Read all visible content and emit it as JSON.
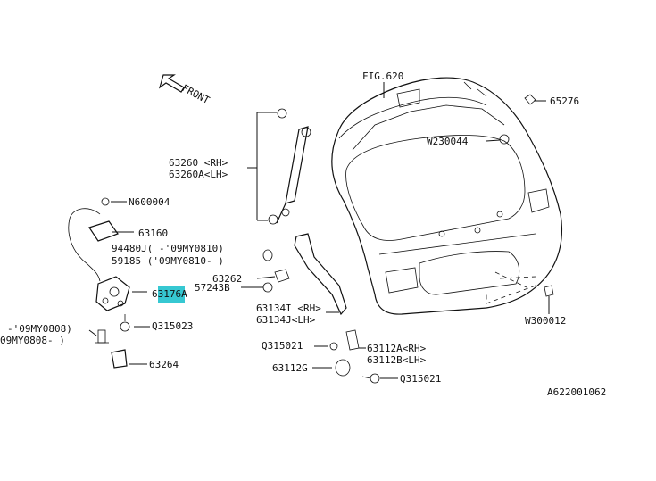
{
  "colors": {
    "highlight": "#36c8d2",
    "ink": "#111111"
  },
  "front_label": "FRONT",
  "diagram_id": "A622001062",
  "labels": {
    "fig620": "FIG.620",
    "p65276": "65276",
    "w230044": "W230044",
    "p63260rh": "63260 <RH>",
    "p63260alh": "63260A<LH>",
    "n600004": "N600004",
    "p63160": "63160",
    "p94480j": "94480J( -'09MY0810)",
    "p59185": "59185 ('09MY0810- )",
    "p63262": "63262",
    "p57243b": "57243B",
    "p63176a_hl": "63176",
    "p63176a_suffix": "A",
    "p63134irh": "63134I <RH>",
    "p63134jlh": "63134J<LH>",
    "w300012": "W300012",
    "left_a": "-'09MY0808)",
    "left_b": "09MY0808- )",
    "q315023": "Q315023",
    "p63264": "63264",
    "q315021a": "Q315021",
    "p63112arh": "63112A<RH>",
    "p63112blh": "63112B<LH>",
    "p63112g": "63112G",
    "q315021b": "Q315021"
  }
}
